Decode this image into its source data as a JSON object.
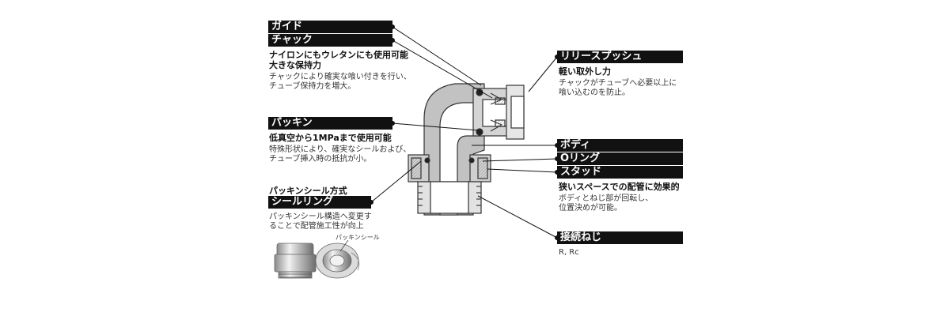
{
  "left": {
    "guide": "ガイド",
    "chuck": "チャック",
    "chuck_headline": [
      "ナイロンにもウレタンにも使用可能",
      "大きな保持力"
    ],
    "chuck_desc": [
      "チャックにより確実な喰い付きを行い、",
      "チューブ保持力を増大。"
    ],
    "packing": "パッキン",
    "packing_headline": "低真空から1MPaまで使用可能",
    "packing_desc": [
      "特殊形状により、確実なシールおよび、",
      "チューブ挿入時の抵抗が小。"
    ],
    "seal_method": "パッキンシール方式",
    "seal_ring": "シールリング",
    "seal_desc": [
      "パッキンシール構造へ変更す",
      "ることで配管施工性が向上"
    ],
    "photo_label": "パッキンシール"
  },
  "right": {
    "release_push": "リリースプッシュ",
    "release_headline": "軽い取外し力",
    "release_desc": [
      "チャックがチューブへ必要以上に",
      "喰い込むのを防止。"
    ],
    "body": "ボディ",
    "oring": "Oリング",
    "stud": "スタッド",
    "stud_headline": "狭いスペースでの配管に効果的",
    "stud_desc": [
      "ボディとねじ部が回転し、",
      "位置決めが可能。"
    ],
    "thread": "接続ねじ",
    "thread_desc": "R, Rc"
  },
  "colors": {
    "label_bg": "#111111",
    "label_text": "#ffffff",
    "body_gray": "#b8b8b8",
    "body_light": "#d6d6d6"
  }
}
